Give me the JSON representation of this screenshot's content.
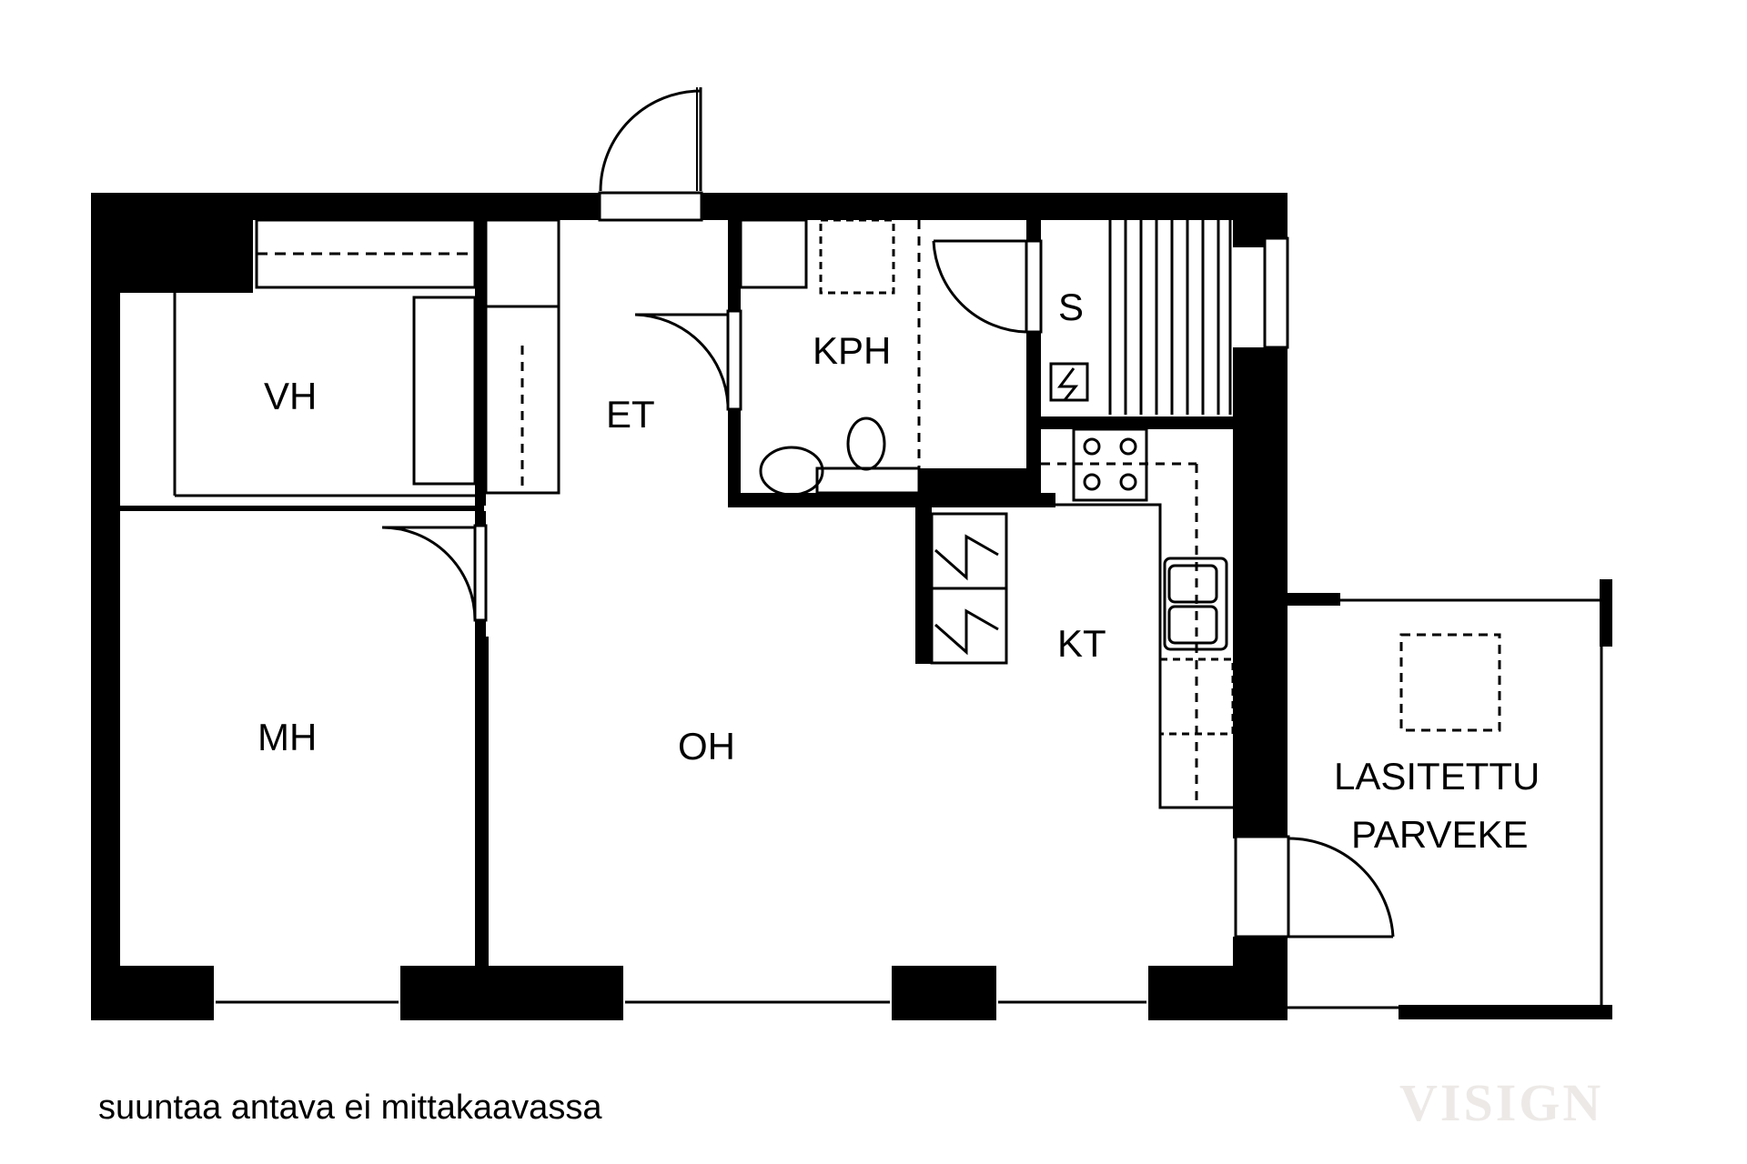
{
  "plan": {
    "rooms": [
      {
        "id": "vh",
        "label": "VH"
      },
      {
        "id": "et",
        "label": "ET"
      },
      {
        "id": "kph",
        "label": "KPH"
      },
      {
        "id": "s",
        "label": "S"
      },
      {
        "id": "kt",
        "label": "KT"
      },
      {
        "id": "mh",
        "label": "MH"
      },
      {
        "id": "oh",
        "label": "OH"
      },
      {
        "id": "parveke",
        "label_line1": "LASITETTU",
        "label_line2": "PARVEKE"
      }
    ],
    "note": "suuntaa antava ei mittakaavassa",
    "watermark": "VISIGN",
    "colors": {
      "wall": "#000000",
      "background": "#ffffff",
      "watermark": "#ece9e7"
    }
  }
}
